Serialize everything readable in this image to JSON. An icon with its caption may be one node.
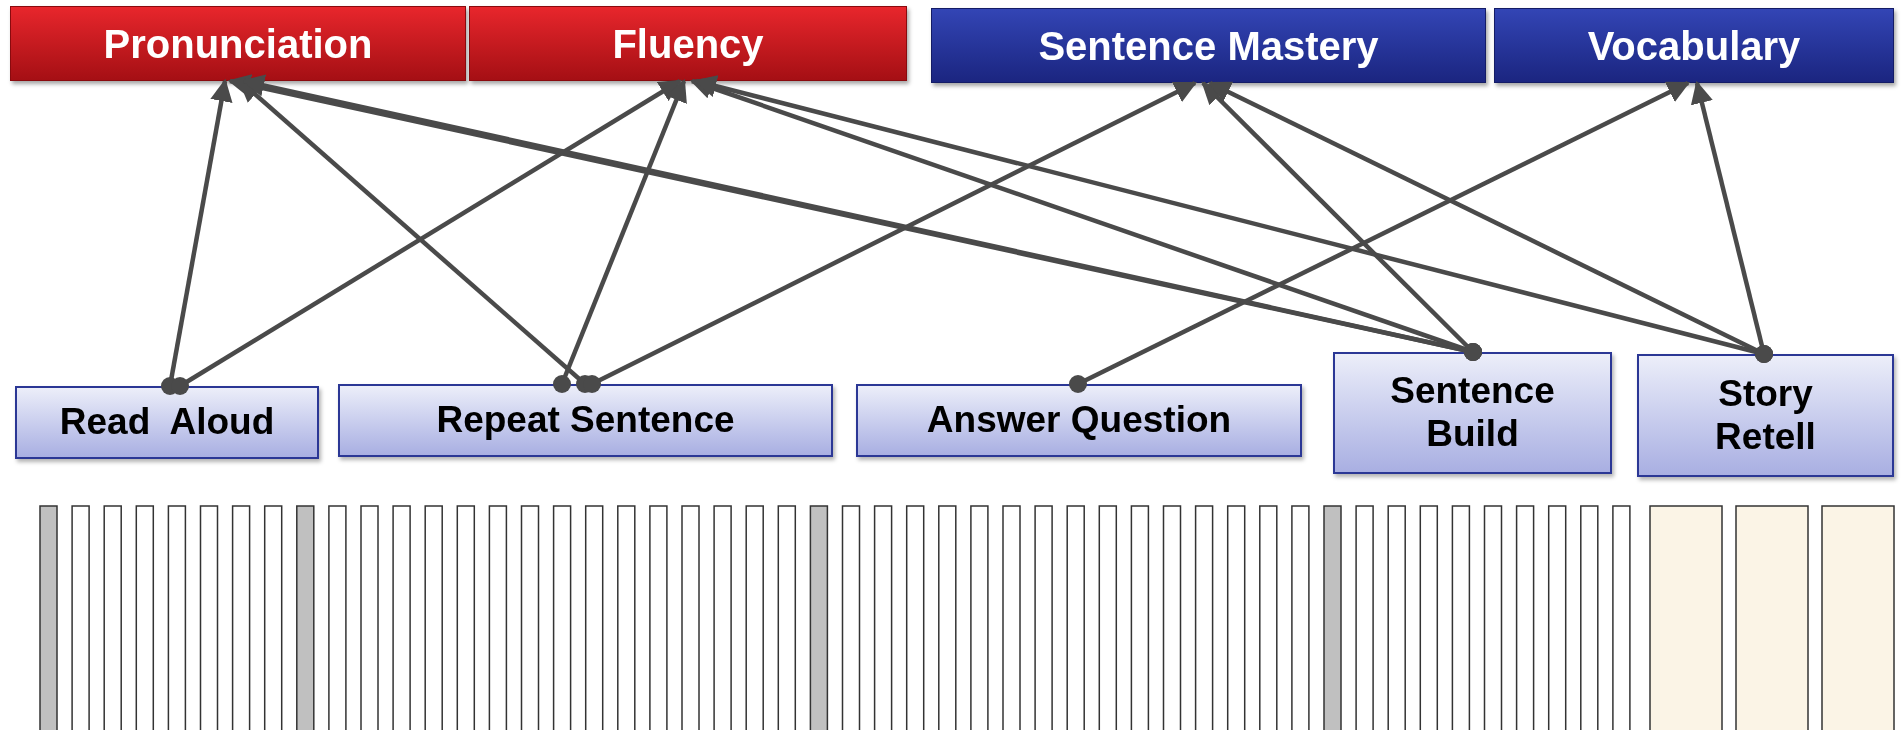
{
  "diagram": {
    "nodes": [
      {
        "text": [
          "Pronunciation"
        ]
      },
      {
        "text": [
          "Fluency"
        ]
      },
      {
        "text": [
          "Sentence Mastery"
        ]
      },
      {
        "text": [
          "Vocabulary"
        ]
      },
      {
        "text": [
          "Read  Aloud"
        ]
      },
      {
        "text": [
          "Repeat Sentence"
        ]
      },
      {
        "text": [
          "Answer Question"
        ]
      },
      {
        "text": [
          "Sentence Build"
        ]
      },
      {
        "text": [
          "Story Retell"
        ]
      }
    ],
    "edges": [
      {
        "from": 4,
        "to": 0,
        "arrow": "to"
      },
      {
        "from": 4,
        "to": 1,
        "arrow": "to"
      },
      {
        "from": 5,
        "to": 0,
        "arrow": "to"
      },
      {
        "from": 5,
        "to": 1,
        "arrow": "to"
      },
      {
        "from": 5,
        "to": 2,
        "arrow": "to"
      },
      {
        "from": 6,
        "to": 3,
        "arrow": "to"
      },
      {
        "from": 7,
        "to": 0,
        "arrow": "to"
      },
      {
        "from": 7,
        "to": 0,
        "arrow": "to"
      },
      {
        "from": 7,
        "to": 1,
        "arrow": "to"
      },
      {
        "from": 7,
        "to": 2,
        "arrow": "to"
      },
      {
        "from": 8,
        "to": 1,
        "arrow": "to"
      },
      {
        "from": 8,
        "to": 2,
        "arrow": "to"
      },
      {
        "from": 8,
        "to": 3,
        "arrow": "to"
      }
    ]
  }
}
